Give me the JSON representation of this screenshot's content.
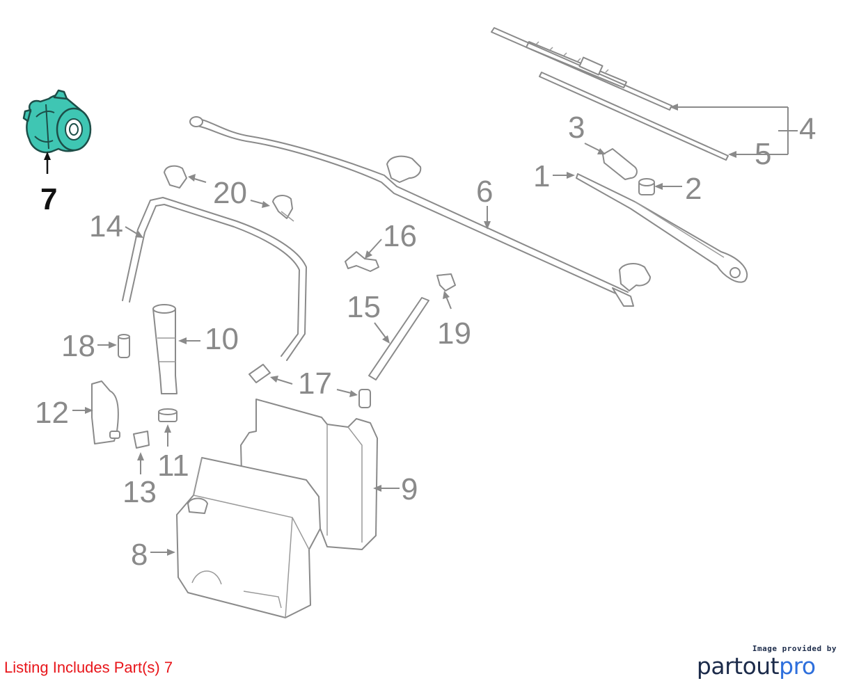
{
  "callouts": [
    {
      "id": "1",
      "label": "1",
      "highlighted": false
    },
    {
      "id": "2",
      "label": "2",
      "highlighted": false
    },
    {
      "id": "3",
      "label": "3",
      "highlighted": false
    },
    {
      "id": "4",
      "label": "4",
      "highlighted": false
    },
    {
      "id": "5",
      "label": "5",
      "highlighted": false
    },
    {
      "id": "6",
      "label": "6",
      "highlighted": false
    },
    {
      "id": "7",
      "label": "7",
      "highlighted": true
    },
    {
      "id": "8",
      "label": "8",
      "highlighted": false
    },
    {
      "id": "9",
      "label": "9",
      "highlighted": false
    },
    {
      "id": "10",
      "label": "10",
      "highlighted": false
    },
    {
      "id": "11",
      "label": "11",
      "highlighted": false
    },
    {
      "id": "12",
      "label": "12",
      "highlighted": false
    },
    {
      "id": "13",
      "label": "13",
      "highlighted": false
    },
    {
      "id": "14",
      "label": "14",
      "highlighted": false
    },
    {
      "id": "15",
      "label": "15",
      "highlighted": false
    },
    {
      "id": "16",
      "label": "16",
      "highlighted": false
    },
    {
      "id": "17",
      "label": "17",
      "highlighted": false
    },
    {
      "id": "18",
      "label": "18",
      "highlighted": false
    },
    {
      "id": "19",
      "label": "19",
      "highlighted": false
    },
    {
      "id": "20",
      "label": "20",
      "highlighted": false
    }
  ],
  "listing_note": "Listing Includes Part(s) 7",
  "credit": {
    "small_text": "Image provided by",
    "brand_part1": "partout",
    "brand_part2": "pro"
  },
  "colors": {
    "highlight_fill": "#3fc6b3",
    "line_gray": "#8a8a8a",
    "note_red": "#e8151a",
    "brand_navy": "#1c2b4a",
    "brand_blue": "#2e6fdc"
  }
}
